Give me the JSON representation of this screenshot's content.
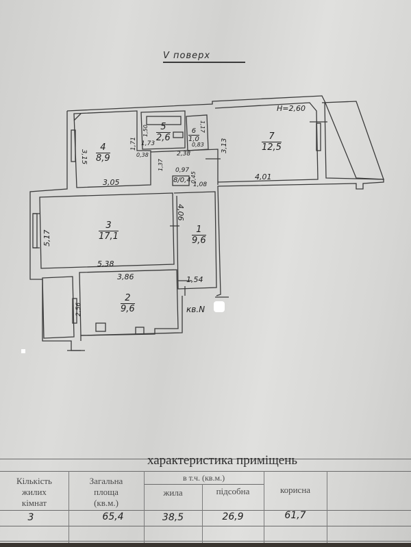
{
  "document": {
    "floor_title": "V поверх",
    "ceiling_height": "H=2,60",
    "apartment_label": "кв.N"
  },
  "rooms": [
    {
      "num": "1",
      "area": "9,6"
    },
    {
      "num": "2",
      "area": "9,6"
    },
    {
      "num": "3",
      "area": "17,1"
    },
    {
      "num": "4",
      "area": "8,9"
    },
    {
      "num": "5",
      "area": "2,6"
    },
    {
      "num": "6",
      "area": "1,0"
    },
    {
      "num": "7",
      "area": "12,5"
    },
    {
      "num": "8",
      "area": "0,4"
    }
  ],
  "dimensions": {
    "r4_height": "3,15",
    "r4_width": "3,05",
    "r4_small": "1,71",
    "r5_height": "1,50",
    "r5_width": "1,73",
    "r6_height": "1,17",
    "r6_width": "0,83",
    "corridor_width": "2,38",
    "wall_gap": "0,38",
    "corridor_seg": "1,37",
    "r8_width": "0,97",
    "r8_height": "0,45",
    "r8_label": "8/0,4",
    "hall_gap": "1,08",
    "r7_height": "3,13",
    "r7_width": "4,01",
    "r3_height": "5,17",
    "r3_width": "5,38",
    "r1_height": "4,06",
    "r2_width": "3,86",
    "r1_width": "1,54",
    "r2_height": "2,56"
  },
  "characteristics_table": {
    "title": "характеристика приміщень",
    "headers": {
      "rooms_count": [
        "Кількість",
        "жилих",
        "кімнат"
      ],
      "total_area": [
        "Загальна",
        "площа",
        "(кв.м.)"
      ],
      "incl_group": "в т.ч. (кв.м.)",
      "living": "жила",
      "auxiliary": "підсобна",
      "useful": "корисна"
    },
    "values": {
      "rooms_count": "3",
      "total_area": "65,4",
      "living": "38,5",
      "auxiliary": "26,9",
      "useful": "61,7"
    }
  }
}
